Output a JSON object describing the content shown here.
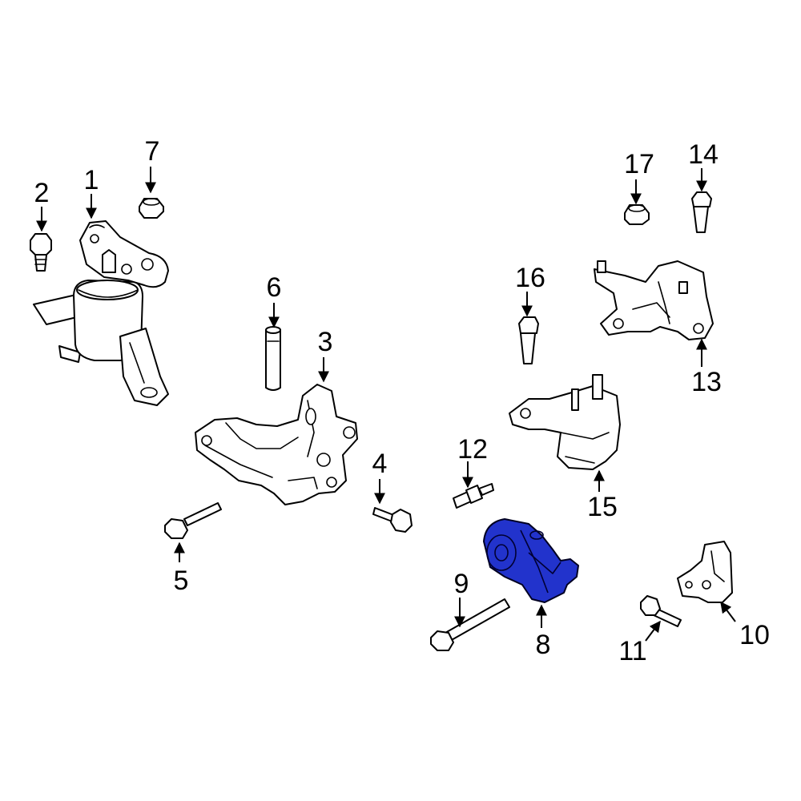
{
  "diagram": {
    "callouts": [
      {
        "id": "1",
        "label": "1"
      },
      {
        "id": "2",
        "label": "2"
      },
      {
        "id": "3",
        "label": "3"
      },
      {
        "id": "4",
        "label": "4"
      },
      {
        "id": "5",
        "label": "5"
      },
      {
        "id": "6",
        "label": "6"
      },
      {
        "id": "7",
        "label": "7"
      },
      {
        "id": "8",
        "label": "8"
      },
      {
        "id": "9",
        "label": "9"
      },
      {
        "id": "10",
        "label": "10"
      },
      {
        "id": "11",
        "label": "11"
      },
      {
        "id": "12",
        "label": "12"
      },
      {
        "id": "13",
        "label": "13"
      },
      {
        "id": "14",
        "label": "14"
      },
      {
        "id": "15",
        "label": "15"
      },
      {
        "id": "16",
        "label": "16"
      },
      {
        "id": "17",
        "label": "17"
      }
    ],
    "highlighted_part": "8",
    "colors": {
      "highlight": "#2233cc",
      "line": "#000000",
      "background": "#ffffff"
    }
  }
}
